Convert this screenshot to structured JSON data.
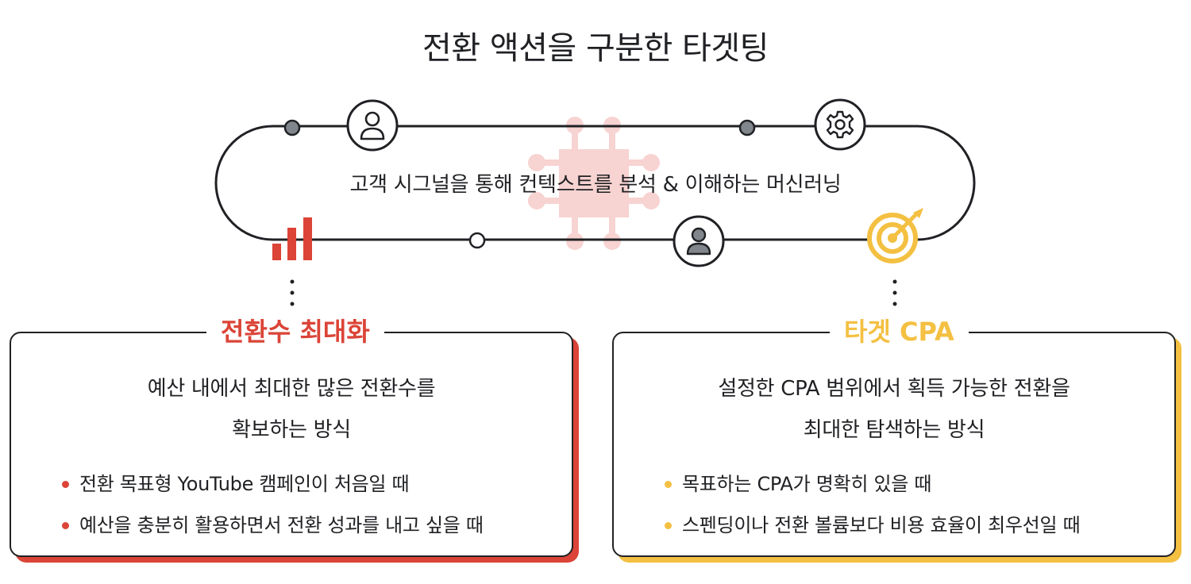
{
  "title": "전환 액션을 구분한 타겟팅",
  "center_caption": "고객 시그널을 통해 컨텍스트를 분석 & 이해하는 머신러닝",
  "colors": {
    "dark": "#202124",
    "red": "#db4437",
    "yellow": "#f4c042",
    "chip_pink": "#f7d3d1",
    "node_gray": "#80868b"
  },
  "icons": [
    "person-icon",
    "gear-icon",
    "person-filled-icon",
    "bar-chart-icon",
    "target-icon",
    "chip-icon"
  ],
  "cards": [
    {
      "label": "전환수 최대화",
      "desc_line1": "예산 내에서 최대한 많은 전환수를",
      "desc_line2": "확보하는 방식",
      "bullets": [
        "전환 목표형 YouTube 캠페인이 처음일 때",
        "예산을 충분히 활용하면서 전환 성과를 내고 싶을 때"
      ]
    },
    {
      "label": "타겟 CPA",
      "desc_line1": "설정한 CPA 범위에서 획득 가능한 전환을",
      "desc_line2": "최대한 탐색하는 방식",
      "bullets": [
        "목표하는 CPA가 명확히 있을 때",
        "스펜딩이나 전환 볼륨보다 비용 효율이 최우선일 때"
      ]
    }
  ]
}
